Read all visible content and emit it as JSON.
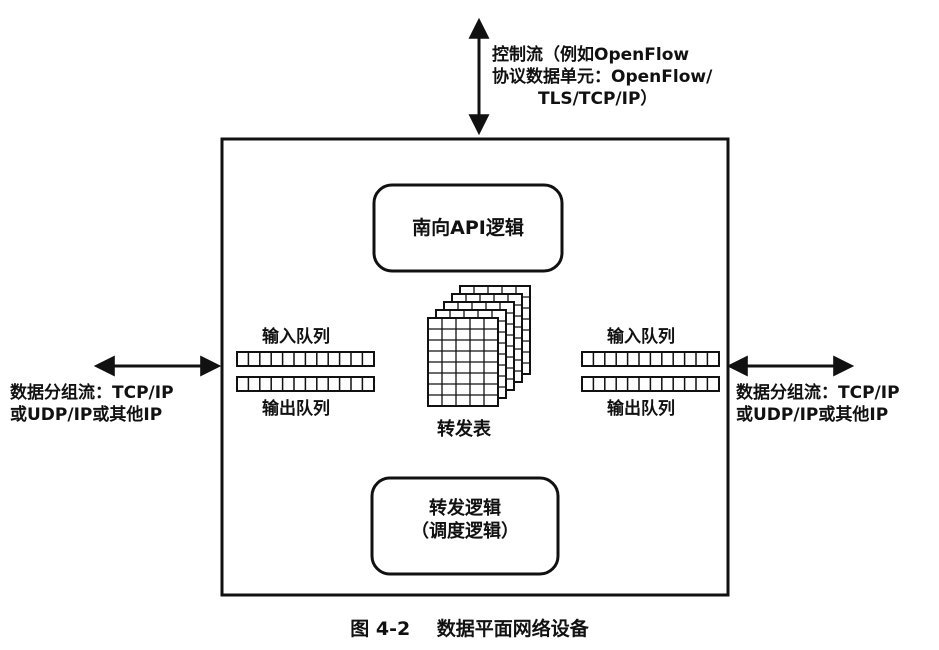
{
  "control_flow": {
    "line1": "控制流（例如OpenFlow",
    "line2": "协议数据单元：OpenFlow/",
    "line3": "TLS/TCP/IP）"
  },
  "southbound_api": "南向API逻辑",
  "forwarding_table": "转发表",
  "forwarding_logic": {
    "line1": "转发逻辑",
    "line2": "（调度逻辑）"
  },
  "left_port": {
    "input_queue": "输入队列",
    "output_queue": "输出队列",
    "flow_line1": "数据分组流：TCP/IP",
    "flow_line2": "或UDP/IP或其他IP"
  },
  "right_port": {
    "input_queue": "输入队列",
    "output_queue": "输出队列",
    "flow_line1": "数据分组流：TCP/IP",
    "flow_line2": "或UDP/IP或其他IP"
  },
  "caption": "图 4-2    数据平面网络设备"
}
